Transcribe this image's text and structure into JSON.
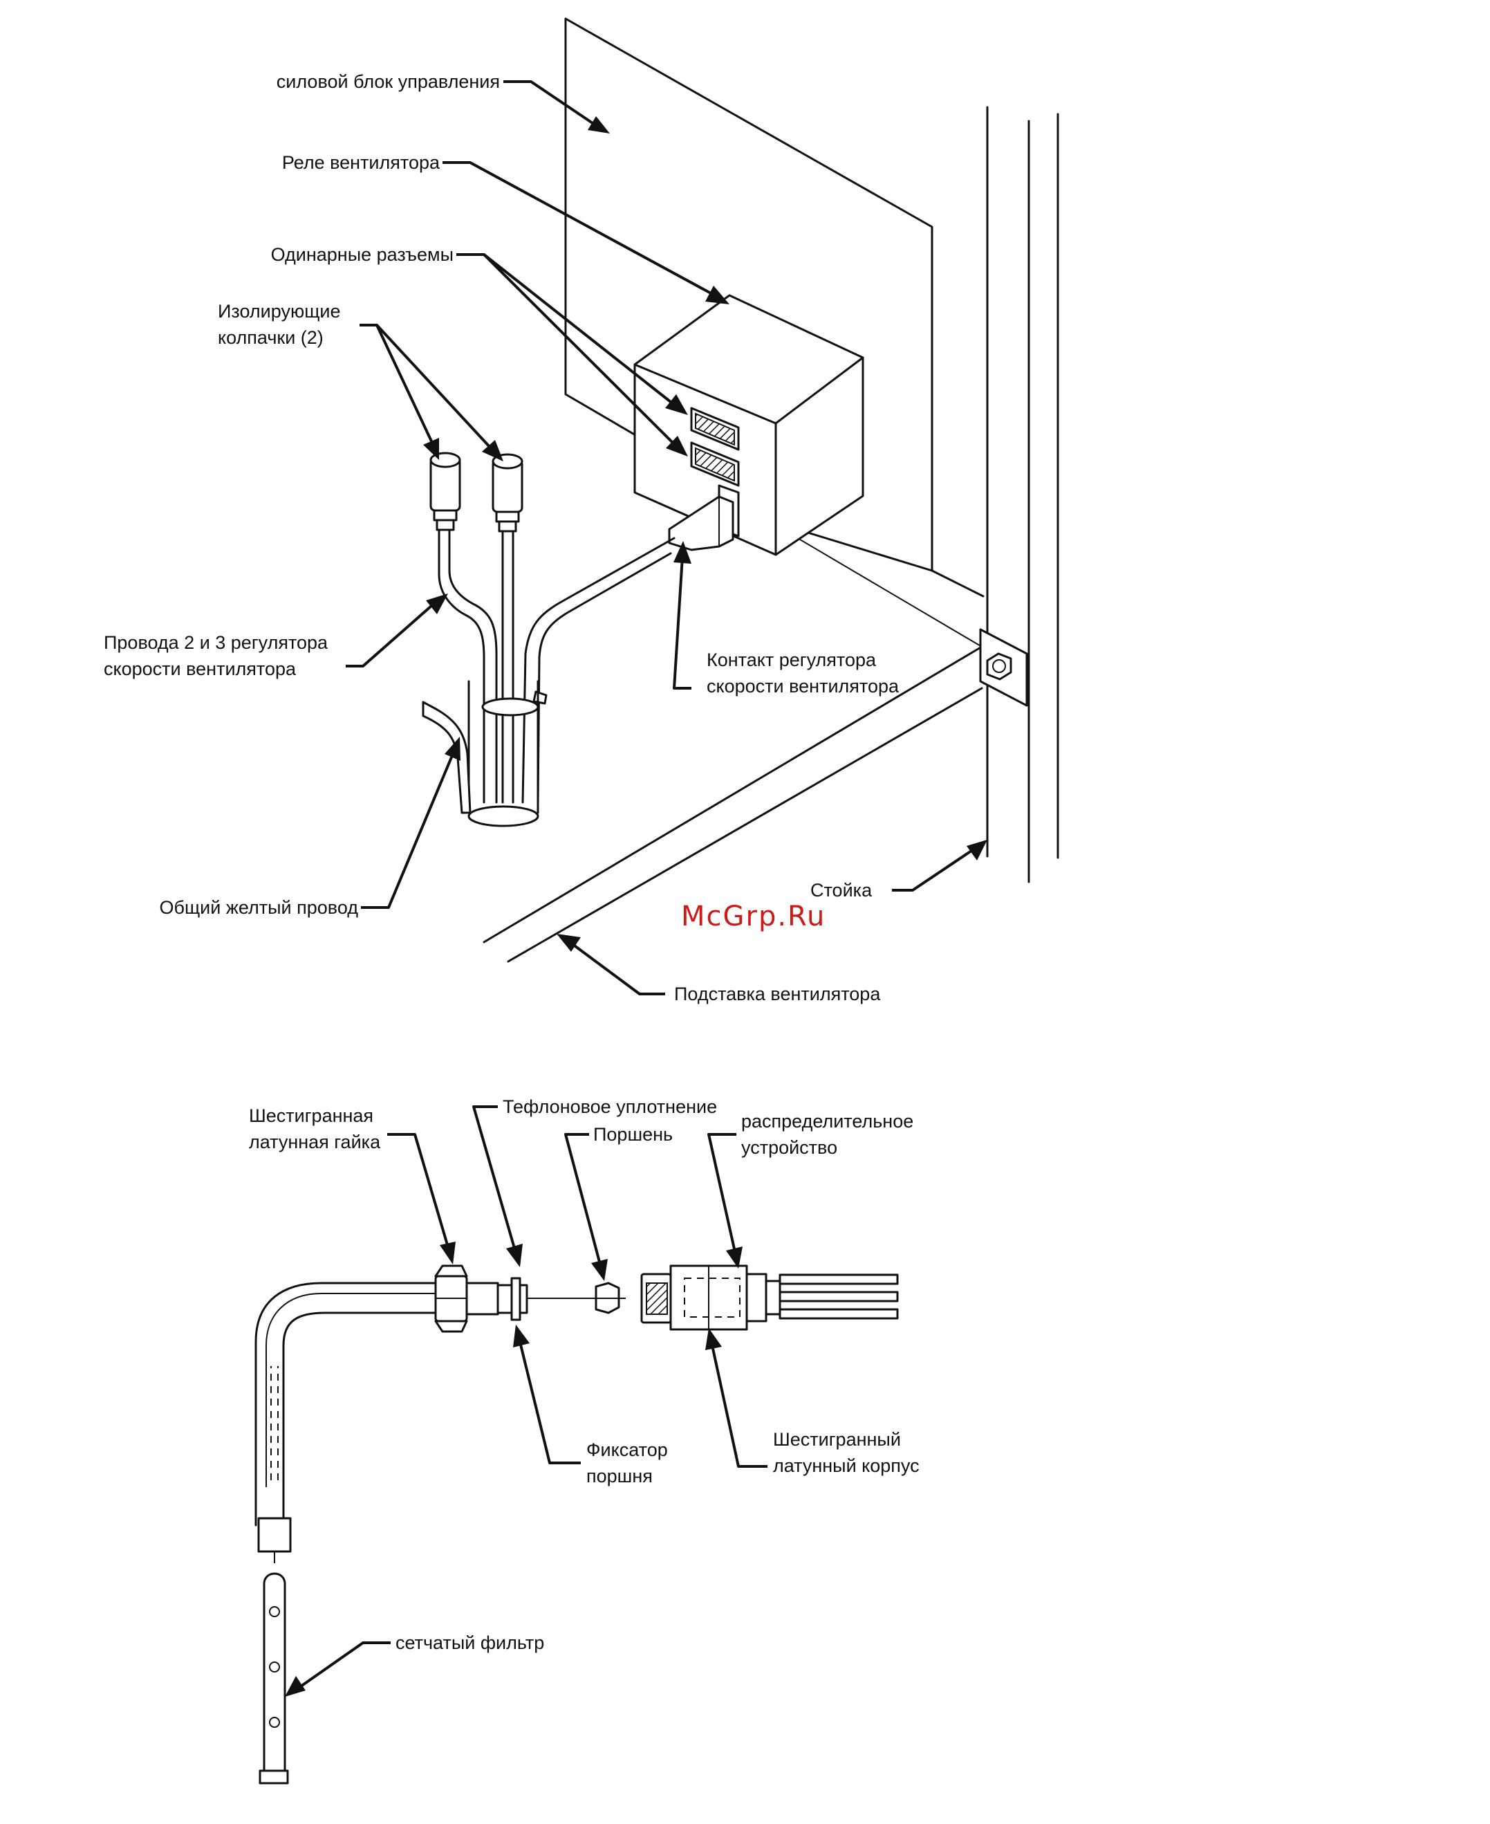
{
  "figure_top": {
    "labels": {
      "control_box": "силовой блок управления",
      "fan_relay": "Реле вентилятора",
      "single_connectors": "Одинарные разъемы",
      "insulating_caps_line1": "Изолирующие",
      "insulating_caps_line2": "колпачки (2)",
      "speed_wires_line1": "Провода 2 и 3 регулятора",
      "speed_wires_line2": "скорости вентилятора",
      "speed_contact_line1": "Контакт регулятора",
      "speed_contact_line2": "скорости вентилятора",
      "common_yellow_wire": "Общий желтый провод",
      "post": "Стойка",
      "fan_stand": "Подставка вентилятора"
    }
  },
  "figure_bottom": {
    "labels": {
      "hex_nut_line1": "Шестигранная",
      "hex_nut_line2": "латунная гайка",
      "teflon_seal": "Тефлоновое уплотнение",
      "piston": "Поршень",
      "distributor_line1": "распределительное",
      "distributor_line2": "устройство",
      "piston_retainer_line1": "Фиксатор",
      "piston_retainer_line2": "поршня",
      "hex_body_line1": "Шестигранный",
      "hex_body_line2": "латунный корпус",
      "strainer": "сетчатый фильтр"
    }
  },
  "watermark": "McGrp.Ru",
  "colors": {
    "ink": "#111111",
    "watermark": "#cc1a1a",
    "background": "#ffffff"
  }
}
